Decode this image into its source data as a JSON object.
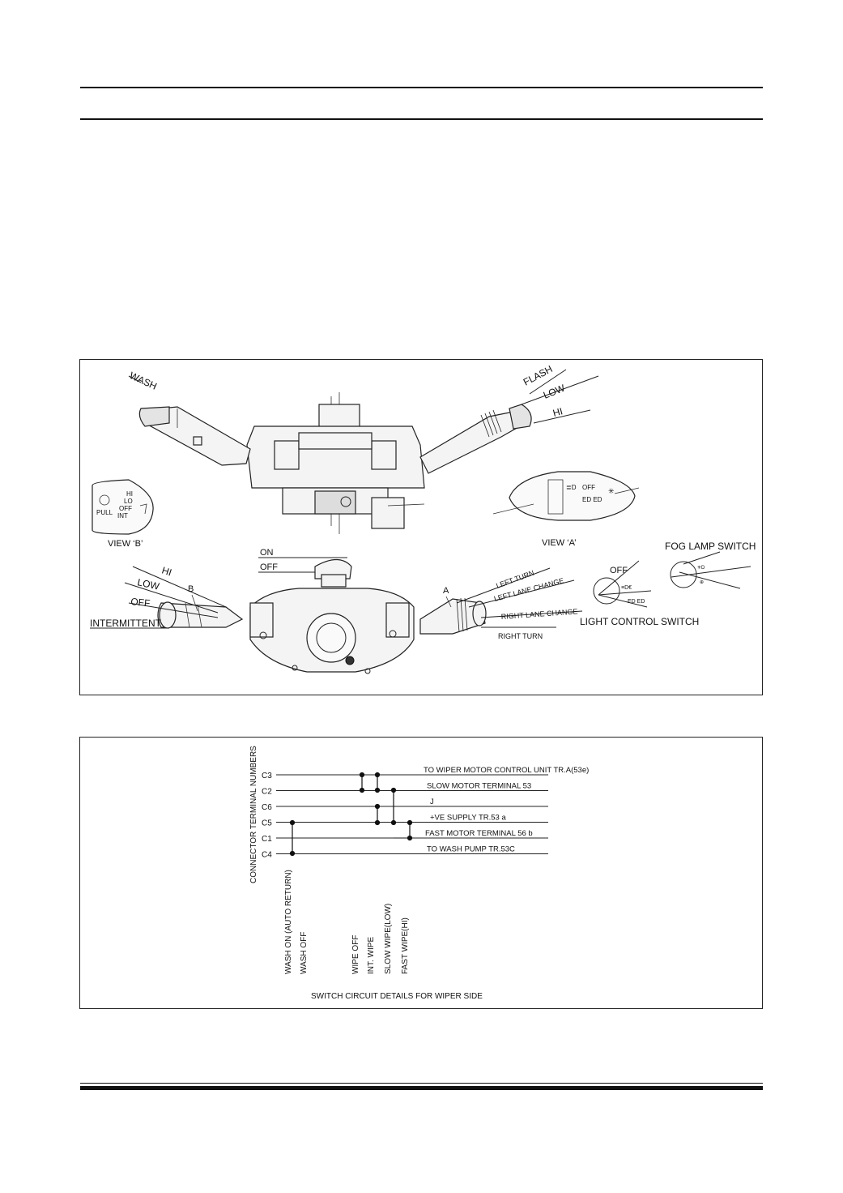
{
  "diagram1": {
    "labels": {
      "wash": "WASH",
      "flash": "FLASH",
      "low_top": "LOW",
      "hi_top": "HI",
      "view_b": "VIEW ‘B’",
      "view_a": "VIEW ‘A’",
      "fog_lamp_switch": "FOG LAMP SWITCH",
      "on": "ON",
      "off_top": "OFF",
      "hi_left": "HI",
      "low_left": "LOW",
      "off_left": "OFF",
      "intermittent": "INTERMITTENT",
      "marker_b": "B",
      "marker_a": "A",
      "left_turn": "LEFT TURN",
      "left_lane_change": "LEFT LANE CHANGE",
      "right_lane_change": "RIGHT LANE CHANGE",
      "right_turn": "RIGHT TURN",
      "off_light": "OFF",
      "light_control_switch": "LIGHT CONTROL SWITCH",
      "vb_hi": "HI",
      "vb_lo": "LO",
      "vb_off": "OFF",
      "vb_pull": "PULL",
      "vb_int": "INT",
      "va_off": "OFF"
    }
  },
  "diagram2": {
    "axis_label": "CONNECTOR TERMINAL NUMBERS",
    "caption": "SWITCH CIRCUIT DETAILS FOR WIPER SIDE",
    "terminals": [
      {
        "id": "C3",
        "desc": "TO WIPER MOTOR CONTROL UNIT TR.A(53e)"
      },
      {
        "id": "C2",
        "desc": "SLOW MOTOR TERMINAL 53"
      },
      {
        "id": "C6",
        "desc": "J"
      },
      {
        "id": "C5",
        "desc": "+VE SUPPLY TR.53 a"
      },
      {
        "id": "C1",
        "desc": "FAST  MOTOR TERMINAL 56 b"
      },
      {
        "id": "C4",
        "desc": "TO WASH PUMP TR.53C"
      }
    ],
    "positions": [
      "WASH ON (AUTO RETURN)",
      "WASH OFF",
      "WIPE OFF",
      "INT. WIPE",
      "SLOW WIPE(LOW)",
      "FAST WIPE(HI)"
    ]
  }
}
